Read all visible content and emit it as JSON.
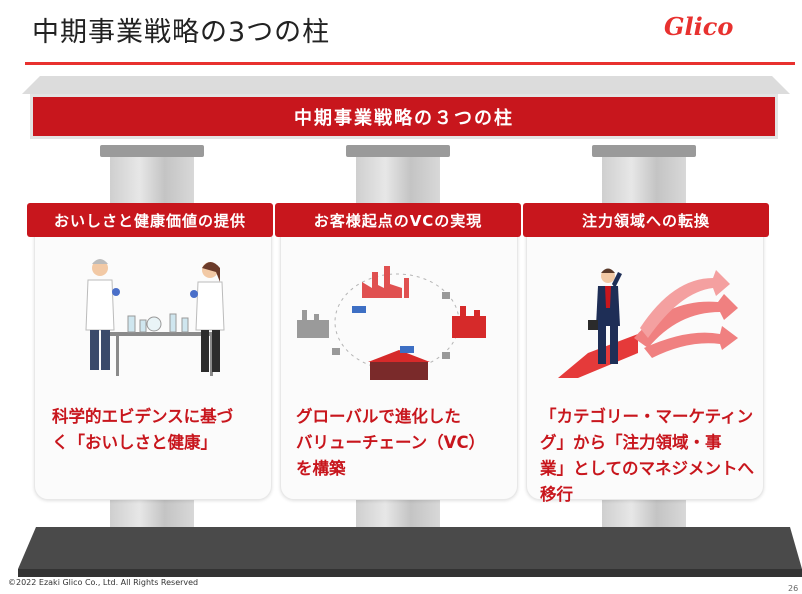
{
  "header": {
    "title": "中期事業戦略の3つの柱",
    "logo_text": "Glico"
  },
  "banner": {
    "text": "中期事業戦略の３つの柱"
  },
  "pillars": [
    {
      "label": "おいしさと健康価値の提供",
      "desc_lines": [
        "科学的エビデンスに基づ",
        "く「おいしさと健康」"
      ],
      "icon": "scientists-lab-icon"
    },
    {
      "label": "お客様起点のVCの実現",
      "desc_lines": [
        "グローバルで進化した",
        "バリューチェーン（VC）",
        "を構築"
      ],
      "icon": "value-chain-cycle-icon"
    },
    {
      "label": "注力領域への転換",
      "desc_lines": [
        "「カテゴリー・マーケティン",
        "グ」から「注力領域・事",
        "業」としてのマネジメントへ",
        "移行"
      ],
      "icon": "businessman-arrows-icon"
    }
  ],
  "footer": {
    "copyright": "©2022 Ezaki Glico Co., Ltd. All Rights Reserved",
    "page_number": "26"
  },
  "colors": {
    "accent": "#c8161d",
    "rule": "#e8312f",
    "pillar": "#d4d4d4",
    "base": "#4a4a4a"
  }
}
